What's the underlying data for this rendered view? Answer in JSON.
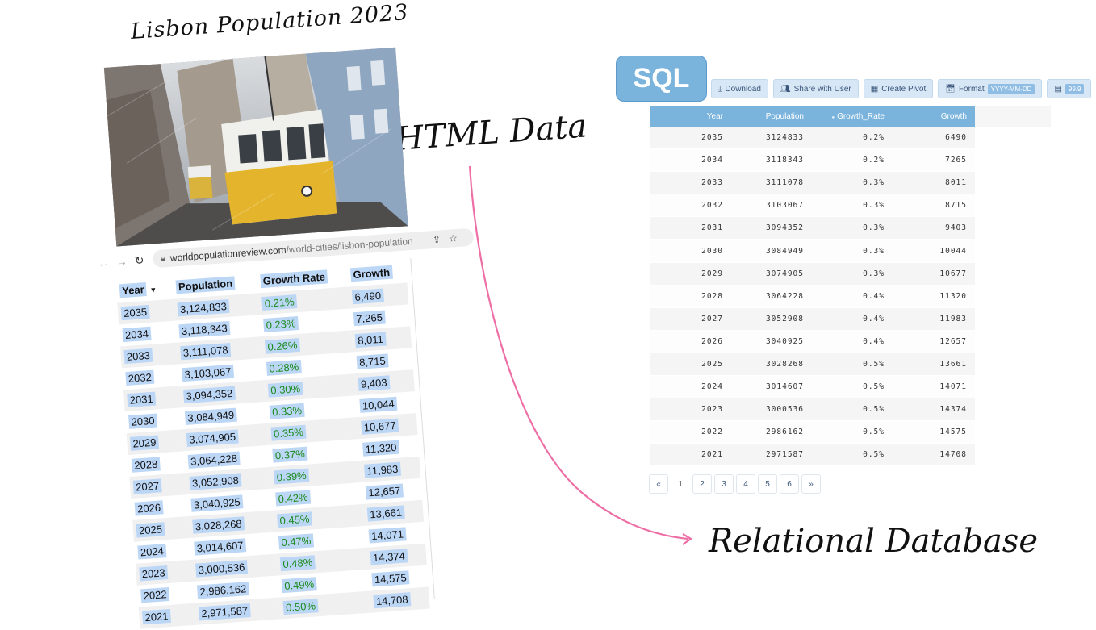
{
  "titles": {
    "main": "Lisbon Population 2023",
    "html_label": "HTML Data",
    "db_label": "Relational Database"
  },
  "browser": {
    "url_domain": "worldpopulationreview.com",
    "url_path": "/world-cities/lisbon-population",
    "icons": [
      "back-arrow-icon",
      "forward-arrow-icon",
      "reload-icon",
      "lock-icon",
      "share-icon",
      "star-icon"
    ]
  },
  "web_table": {
    "headers": [
      "Year",
      "Population",
      "Growth Rate",
      "Growth"
    ],
    "rows": [
      [
        "2035",
        "3,124,833",
        "0.21%",
        "6,490"
      ],
      [
        "2034",
        "3,118,343",
        "0.23%",
        "7,265"
      ],
      [
        "2033",
        "3,111,078",
        "0.26%",
        "8,011"
      ],
      [
        "2032",
        "3,103,067",
        "0.28%",
        "8,715"
      ],
      [
        "2031",
        "3,094,352",
        "0.30%",
        "9,403"
      ],
      [
        "2030",
        "3,084,949",
        "0.33%",
        "10,044"
      ],
      [
        "2029",
        "3,074,905",
        "0.35%",
        "10,677"
      ],
      [
        "2028",
        "3,064,228",
        "0.37%",
        "11,320"
      ],
      [
        "2027",
        "3,052,908",
        "0.39%",
        "11,983"
      ],
      [
        "2026",
        "3,040,925",
        "0.42%",
        "12,657"
      ],
      [
        "2025",
        "3,028,268",
        "0.45%",
        "13,661"
      ],
      [
        "2024",
        "3,014,607",
        "0.47%",
        "14,071"
      ],
      [
        "2023",
        "3,000,536",
        "0.48%",
        "14,374"
      ],
      [
        "2022",
        "2,986,162",
        "0.49%",
        "14,575"
      ],
      [
        "2021",
        "2,971,587",
        "0.50%",
        "14,708"
      ]
    ]
  },
  "sql_panel": {
    "badge": "SQL",
    "toolbar": {
      "download": "Download",
      "share": "Share with User",
      "pivot": "Create Pivot",
      "format": "Format",
      "format_chip": "YYYY-MM-DD",
      "decimal_chip": "99.9"
    },
    "headers": [
      "Year",
      "Population",
      "Growth_Rate",
      "Growth"
    ],
    "rows": [
      [
        "2035",
        "3124833",
        "0.2%",
        "6490"
      ],
      [
        "2034",
        "3118343",
        "0.2%",
        "7265"
      ],
      [
        "2033",
        "3111078",
        "0.3%",
        "8011"
      ],
      [
        "2032",
        "3103067",
        "0.3%",
        "8715"
      ],
      [
        "2031",
        "3094352",
        "0.3%",
        "9403"
      ],
      [
        "2030",
        "3084949",
        "0.3%",
        "10044"
      ],
      [
        "2029",
        "3074905",
        "0.3%",
        "10677"
      ],
      [
        "2028",
        "3064228",
        "0.4%",
        "11320"
      ],
      [
        "2027",
        "3052908",
        "0.4%",
        "11983"
      ],
      [
        "2026",
        "3040925",
        "0.4%",
        "12657"
      ],
      [
        "2025",
        "3028268",
        "0.5%",
        "13661"
      ],
      [
        "2024",
        "3014607",
        "0.5%",
        "14071"
      ],
      [
        "2023",
        "3000536",
        "0.5%",
        "14374"
      ],
      [
        "2022",
        "2986162",
        "0.5%",
        "14575"
      ],
      [
        "2021",
        "2971587",
        "0.5%",
        "14708"
      ]
    ],
    "pagination": [
      "«",
      "1",
      "2",
      "3",
      "4",
      "5",
      "6",
      "»"
    ],
    "current_page": "1"
  },
  "colors": {
    "sql_accent": "#7ab3dc",
    "highlight": "#bcd6f6",
    "arrow": "#ee6fa6",
    "growth_rate_text": "#1a8a1a"
  }
}
